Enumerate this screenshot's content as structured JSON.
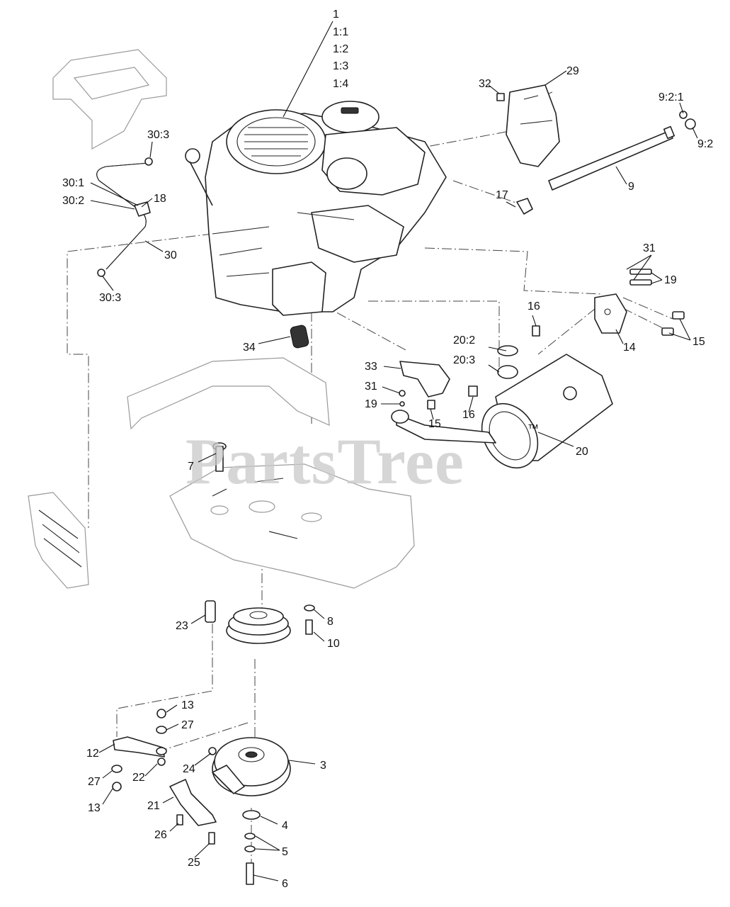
{
  "watermark": "PartsTree",
  "trademark": "™",
  "callouts": {
    "c1": "1",
    "c1_1": "1:1",
    "c1_2": "1:2",
    "c1_3": "1:3",
    "c1_4": "1:4",
    "c29": "29",
    "c32": "32",
    "c9_2_1": "9:2:1",
    "c9_2": "9:2",
    "c9": "9",
    "c17": "17",
    "c30_3a": "30:3",
    "c30_1": "30:1",
    "c30_2": "30:2",
    "c18": "18",
    "c30": "30",
    "c30_3b": "30:3",
    "c31a": "31",
    "c19a": "19",
    "c14": "14",
    "c15a": "15",
    "c16a": "16",
    "c20_2": "20:2",
    "c20_3": "20:3",
    "c16b": "16",
    "c20": "20",
    "c33": "33",
    "c31b": "31",
    "c19b": "19",
    "c15b": "15",
    "c34": "34",
    "c7": "7",
    "c23": "23",
    "c8": "8",
    "c10": "10",
    "c13a": "13",
    "c27a": "27",
    "c12": "12",
    "c27b": "27",
    "c22": "22",
    "c13b": "13",
    "c24": "24",
    "c3": "3",
    "c21": "21",
    "c4": "4",
    "c26": "26",
    "c5": "5",
    "c25": "25",
    "c6": "6"
  }
}
